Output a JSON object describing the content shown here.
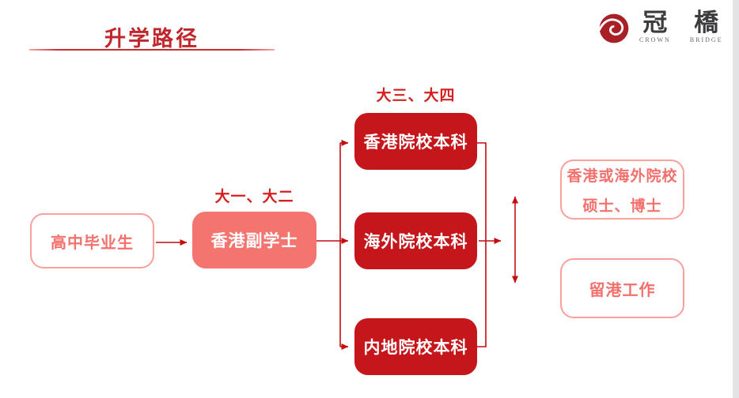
{
  "header": {
    "title": "升学路径"
  },
  "logo": {
    "icon": "crown-bridge-swirl-icon",
    "primary_char": "冠",
    "primary_sub": "CROWN",
    "secondary_char": "橋",
    "secondary_sub": "BRIDGE"
  },
  "flow": {
    "start_label": "高中毕业生",
    "stage1": {
      "caption": "大一、大二",
      "label": "香港副学士"
    },
    "stage2": {
      "caption": "大三、大四",
      "branches": [
        "香港院校本科",
        "海外院校本科",
        "内地院校本科"
      ]
    },
    "outcomes": {
      "grad_line1": "香港或海外院校",
      "grad_line2": "硕士、博士",
      "work": "留港工作"
    }
  },
  "colors": {
    "title_red": "#bf272c",
    "node_dark_red": "#c5161b",
    "node_pink": "#f47470",
    "outline_pink": "#f7a09c",
    "outline_text": "#f3706d",
    "caption_red": "#d4211f",
    "connector_red": "#c30d12",
    "logo_red": "#a82127",
    "edge_strip_gray": "#e3e3e5"
  }
}
